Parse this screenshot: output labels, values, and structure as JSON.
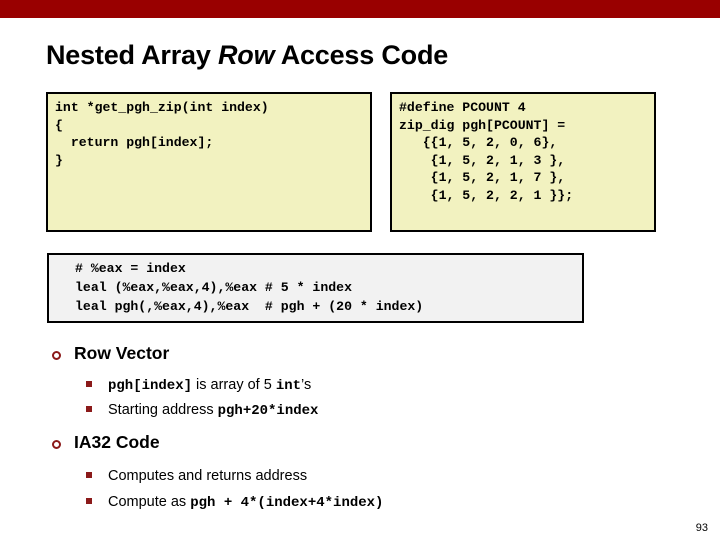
{
  "slide": {
    "accent_color": "#990000",
    "bullet_color": "#8B1A1A",
    "code_box_bg": "#F2F2C0",
    "asm_box_bg": "#F2F2F2",
    "title_prefix": "Nested Array ",
    "title_italic": "Row",
    "title_suffix": " Access Code",
    "page_number": "93"
  },
  "c_code": "int *get_pgh_zip(int index)\n{\n  return pgh[index];\n}",
  "declaration_code": "#define PCOUNT 4\nzip_dig pgh[PCOUNT] =\n   {{1, 5, 2, 0, 6},\n    {1, 5, 2, 1, 3 },\n    {1, 5, 2, 1, 7 },\n    {1, 5, 2, 2, 1 }};",
  "asm_code": "# %eax = index\nleal (%eax,%eax,4),%eax # 5 * index\nleal pgh(,%eax,4),%eax  # pgh + (20 * index)",
  "bullets": [
    {
      "label": "Row Vector",
      "sub": [
        {
          "mono_lead": "pgh[index]",
          "text_mid": " is array of 5 ",
          "mono_tail": "int",
          "text_end": "’s"
        },
        {
          "text_lead": "Starting address ",
          "mono_tail": "pgh+20*index"
        }
      ]
    },
    {
      "label": "IA32 Code",
      "sub": [
        {
          "text_lead": "Computes and returns address"
        },
        {
          "text_lead": "Compute as ",
          "mono_tail": "pgh + 4*(index+4*index)"
        }
      ]
    }
  ]
}
